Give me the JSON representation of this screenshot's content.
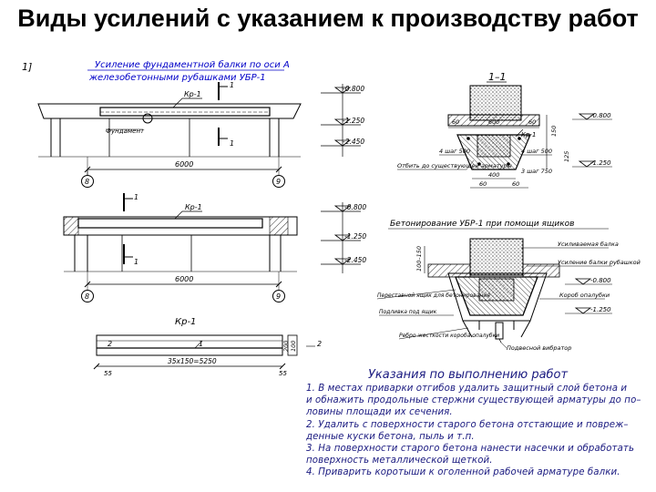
{
  "slide": {
    "title": "Виды усилений с указанием к производству работ"
  },
  "plan_view": {
    "title_line1": "Усиление фундаментной балки по оси А",
    "title_line2": "железобетонными рубашками УБР-1",
    "label_kr1": "Кр-1",
    "label_section": "1",
    "label_foundation": "Фундамент",
    "span": "6000",
    "axis_left": "8",
    "axis_right": "9",
    "elevations": [
      "-0.800",
      "-1.250",
      "-2.450"
    ]
  },
  "elevation_view": {
    "label_kr1": "Кр-1",
    "label_section": "1",
    "span": "6000",
    "axis_left": "8",
    "axis_right": "9",
    "elevations": [
      "-0.800",
      "-1.250",
      "-2.450"
    ]
  },
  "bar_detail": {
    "title": "Кр-1",
    "pos2": "2",
    "pos1": "1",
    "pos2_side": "2",
    "dimension": "35х150=5250",
    "left_mark": "55",
    "right_mark": "55",
    "side_dims": [
      "200",
      "100"
    ]
  },
  "section_1_1": {
    "title": "1–1",
    "dims_top": [
      "60",
      "600",
      "60"
    ],
    "label_kr1": "Кр-1",
    "callouts": [
      "4 шаг 500",
      "4 шаг 500",
      "3 шаг 750"
    ],
    "note": "Отбить до существующей арматуры",
    "dims_bottom": [
      "400"
    ],
    "dims_bottom2": [
      "60",
      "60"
    ],
    "side_dims": [
      "150",
      "125"
    ],
    "elevations": [
      "-0.800",
      "-1.250"
    ]
  },
  "concreting_detail": {
    "title": "Бетонирование УБР-1 при помощи ящиков",
    "labels": [
      "Усиливаемая балка",
      "Усиление балки рубашкой",
      "Короб опалубки",
      "Переставной ящик для бетонирования",
      "Подливка под ящик",
      "Ребро жесткости короба опалубки",
      "Подвесной вибратор"
    ],
    "left_dims": [
      "100–150"
    ],
    "elevations": [
      "-0.800",
      "-1.250"
    ]
  },
  "instructions": {
    "title": "Указания по выполнению работ",
    "lines": [
      "1.  В местах приварки отгибов удалить защитный слой бетона и",
      "и обнажить продольные стержни существующей арматуры до по–",
      "ловины площади их сечения.",
      "2.  Удалить с поверхности старого бетона отстающие и повреж–",
      "денные куски бетона, пыль и т.п.",
      "3.  На поверхности старого бетона нанести насечки и обработать",
      "поверхность металлической щеткой.",
      "4.  Приварить коротыши к оголенной рабочей арматуре балки."
    ]
  },
  "margin_mark": "1]"
}
